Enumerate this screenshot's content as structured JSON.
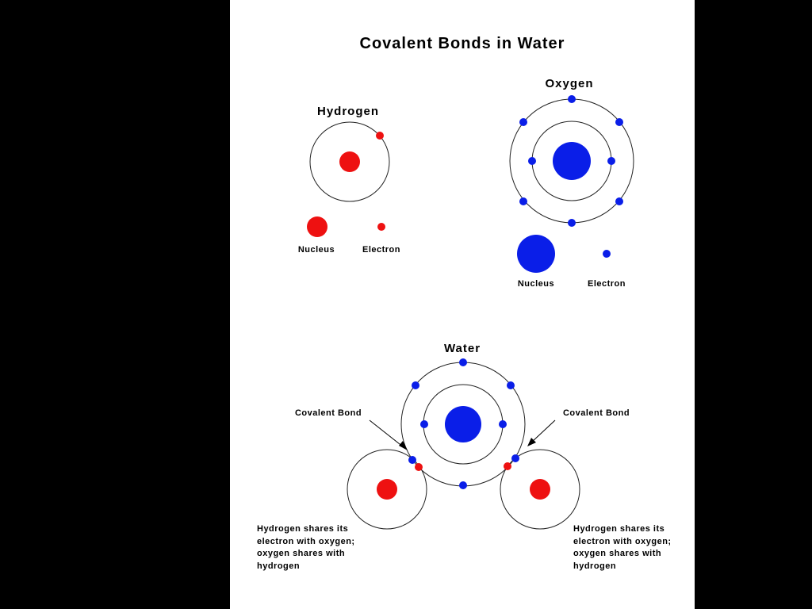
{
  "title": "Covalent Bonds in Water",
  "colors": {
    "hydrogen": "#ee1111",
    "oxygen": "#0a1ee8",
    "background": "#ffffff",
    "frame": "#000000"
  },
  "hydrogen_panel": {
    "heading": "Hydrogen",
    "legend_nucleus": "Nucleus",
    "legend_electron": "Electron"
  },
  "oxygen_panel": {
    "heading": "Oxygen",
    "legend_nucleus": "Nucleus",
    "legend_electron": "Electron"
  },
  "water_panel": {
    "heading": "Water",
    "bond_label_left": "Covalent Bond",
    "bond_label_right": "Covalent Bond",
    "note_left": [
      "Hydrogen shares its",
      "electron with oxygen;",
      "oxygen shares with",
      "hydrogen"
    ],
    "note_right": [
      "Hydrogen shares its",
      "electron with oxygen;",
      "oxygen shares with",
      "hydrogen"
    ]
  }
}
